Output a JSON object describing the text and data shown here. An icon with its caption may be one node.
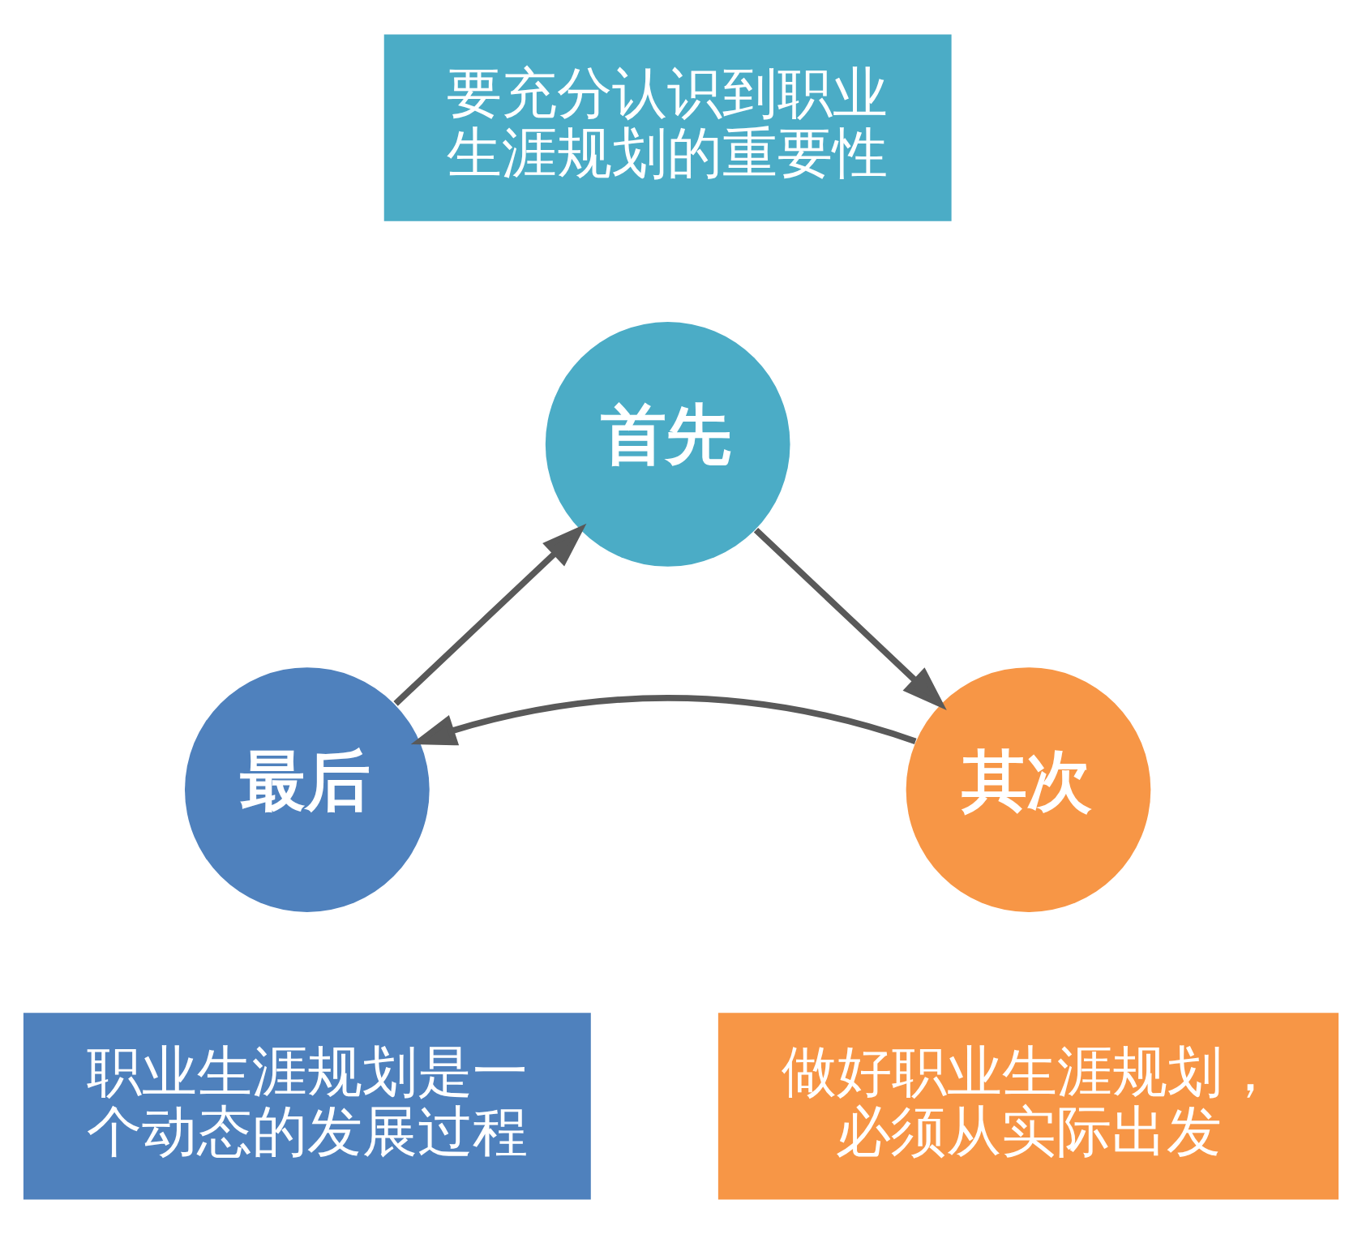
{
  "diagram": {
    "nodes": [
      {
        "text": [
          "要充分认识到职业生涯规划的重要性"
        ]
      },
      {
        "text": [
          "首先"
        ]
      },
      {
        "text": [
          "其次"
        ]
      },
      {
        "text": [
          "最后"
        ]
      },
      {
        "text": [
          "职业生涯规划是一个动态的发展过程"
        ]
      },
      {
        "text": [
          "做好职业生涯规划，必须从实际出发"
        ]
      }
    ],
    "edges": [
      {
        "from": 1,
        "to": 2,
        "arrow": "to"
      },
      {
        "from": 2,
        "to": 3,
        "arrow": "to"
      },
      {
        "from": 3,
        "to": 1,
        "arrow": "to"
      }
    ]
  }
}
